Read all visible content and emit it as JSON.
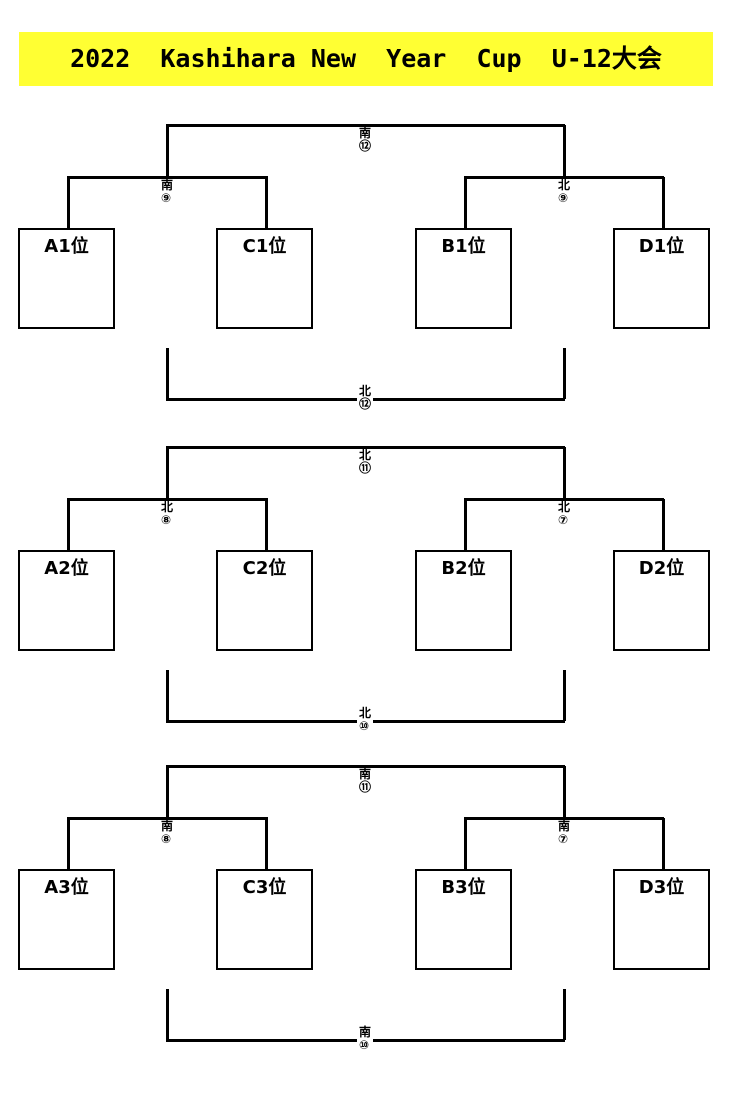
{
  "title": "2022  Kashihara New  Year  Cup  U-12大会",
  "sections": [
    {
      "teams": [
        "A1位",
        "C1位",
        "B1位",
        "D1位"
      ],
      "top_final": "南⑫",
      "left_match": "南⑨",
      "right_match": "北⑨",
      "bottom_final": "北⑫"
    },
    {
      "teams": [
        "A2位",
        "C2位",
        "B2位",
        "D2位"
      ],
      "top_final": "北⑪",
      "left_match": "北⑧",
      "right_match": "北⑦",
      "bottom_final": "北⑩"
    },
    {
      "teams": [
        "A3位",
        "C3位",
        "B3位",
        "D3位"
      ],
      "top_final": "南⑪",
      "left_match": "南⑧",
      "right_match": "南⑦",
      "bottom_final": "南⑩"
    }
  ]
}
